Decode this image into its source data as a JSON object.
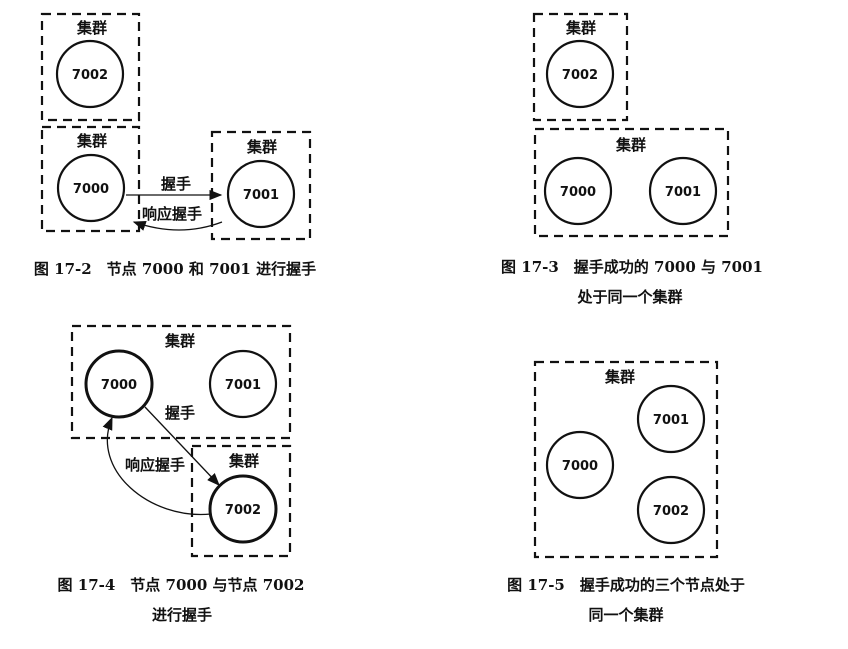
{
  "fig_17_2": {
    "cluster_labels": [
      "集群",
      "集群",
      "集群"
    ],
    "nodes": [
      "7002",
      "7000",
      "7001"
    ],
    "handshake": "握手",
    "response": "响应握手",
    "caption": "图 17-2　节点 7000 和 7001 进行握手"
  },
  "fig_17_3": {
    "cluster_labels": [
      "集群",
      "集群"
    ],
    "nodes": [
      "7002",
      "7000",
      "7001"
    ],
    "caption_line1": "图 17-3　握手成功的 7000 与 7001",
    "caption_line2": "处于同一个集群"
  },
  "fig_17_4": {
    "cluster_labels": [
      "集群",
      "集群"
    ],
    "nodes": [
      "7000",
      "7001",
      "7002"
    ],
    "handshake": "握手",
    "response": "响应握手",
    "caption_line1": "图 17-4　节点 7000 与节点 7002",
    "caption_line2": "进行握手"
  },
  "fig_17_5": {
    "cluster_label": "集群",
    "nodes": [
      "7001",
      "7000",
      "7002"
    ],
    "caption_line1": "图 17-5　握手成功的三个节点处于",
    "caption_line2": "同一个集群"
  }
}
